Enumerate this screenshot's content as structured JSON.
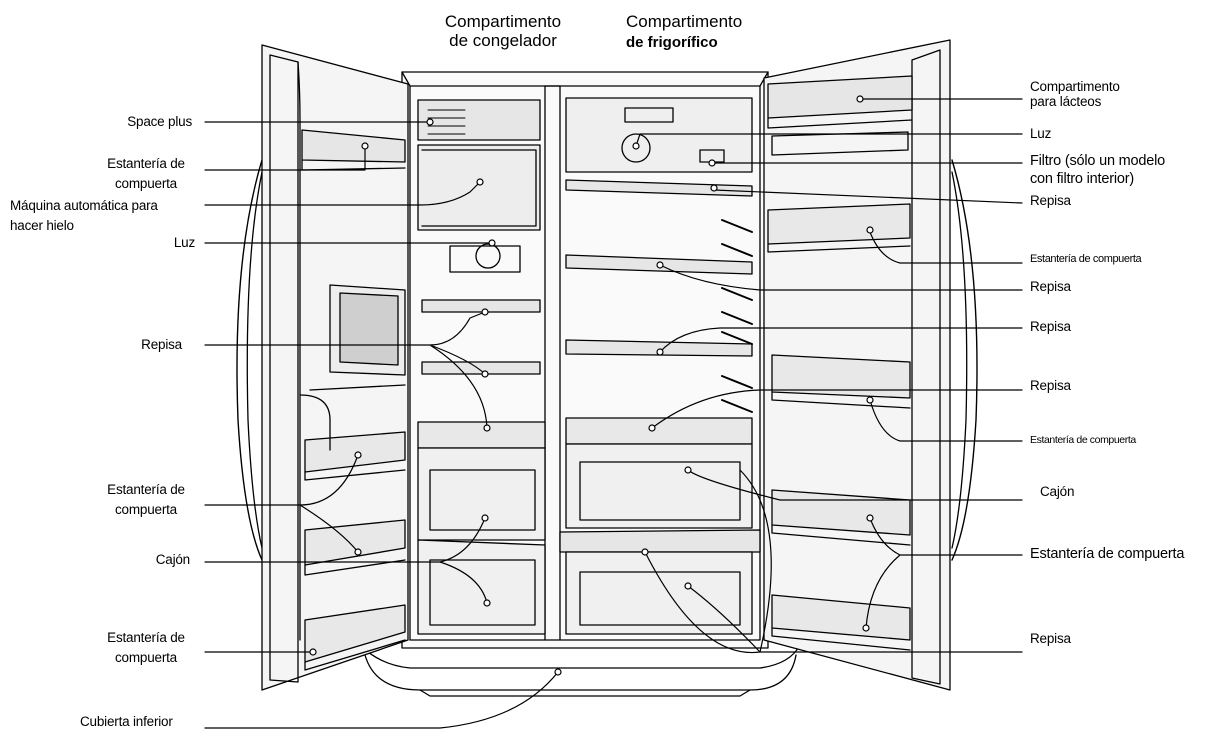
{
  "header": {
    "freezer_compartment": "Compartimento\nde congelador",
    "fridge_compartment_line1": "Compartimento",
    "fridge_compartment_line2": "de frigorífico"
  },
  "labels_left": {
    "space_plus": "Space plus",
    "door_shelf_1": "Estantería de\ncompuerta",
    "ice_maker": "Máquina automática para\nhacer hielo",
    "light": "Luz",
    "shelf": "Repisa",
    "door_shelf_2": "Estantería de\ncompuerta",
    "drawer": "Cajón",
    "door_shelf_3": "Estantería de\ncompuerta",
    "bottom_cover": "Cubierta inferior"
  },
  "labels_right": {
    "dairy_compartment": "Compartimento\npara lácteos",
    "light": "Luz",
    "filter": "Filtro (sólo un modelo\ncon filtro interior)",
    "shelf_1": "Repisa",
    "door_shelf_1": "Estantería de compuerta",
    "shelf_2": "Repisa",
    "shelf_3": "Repisa",
    "shelf_4": "Repisa",
    "door_shelf_2": "Estantería de compuerta",
    "drawer": "Cajón",
    "door_shelf_3": "Estantería de compuerta",
    "shelf_5": "Repisa"
  },
  "colors": {
    "line": "#000000",
    "fill_light": "#f2f2f2",
    "fill_mid": "#d9d9d9",
    "fill_dark": "#bdbdbd"
  }
}
